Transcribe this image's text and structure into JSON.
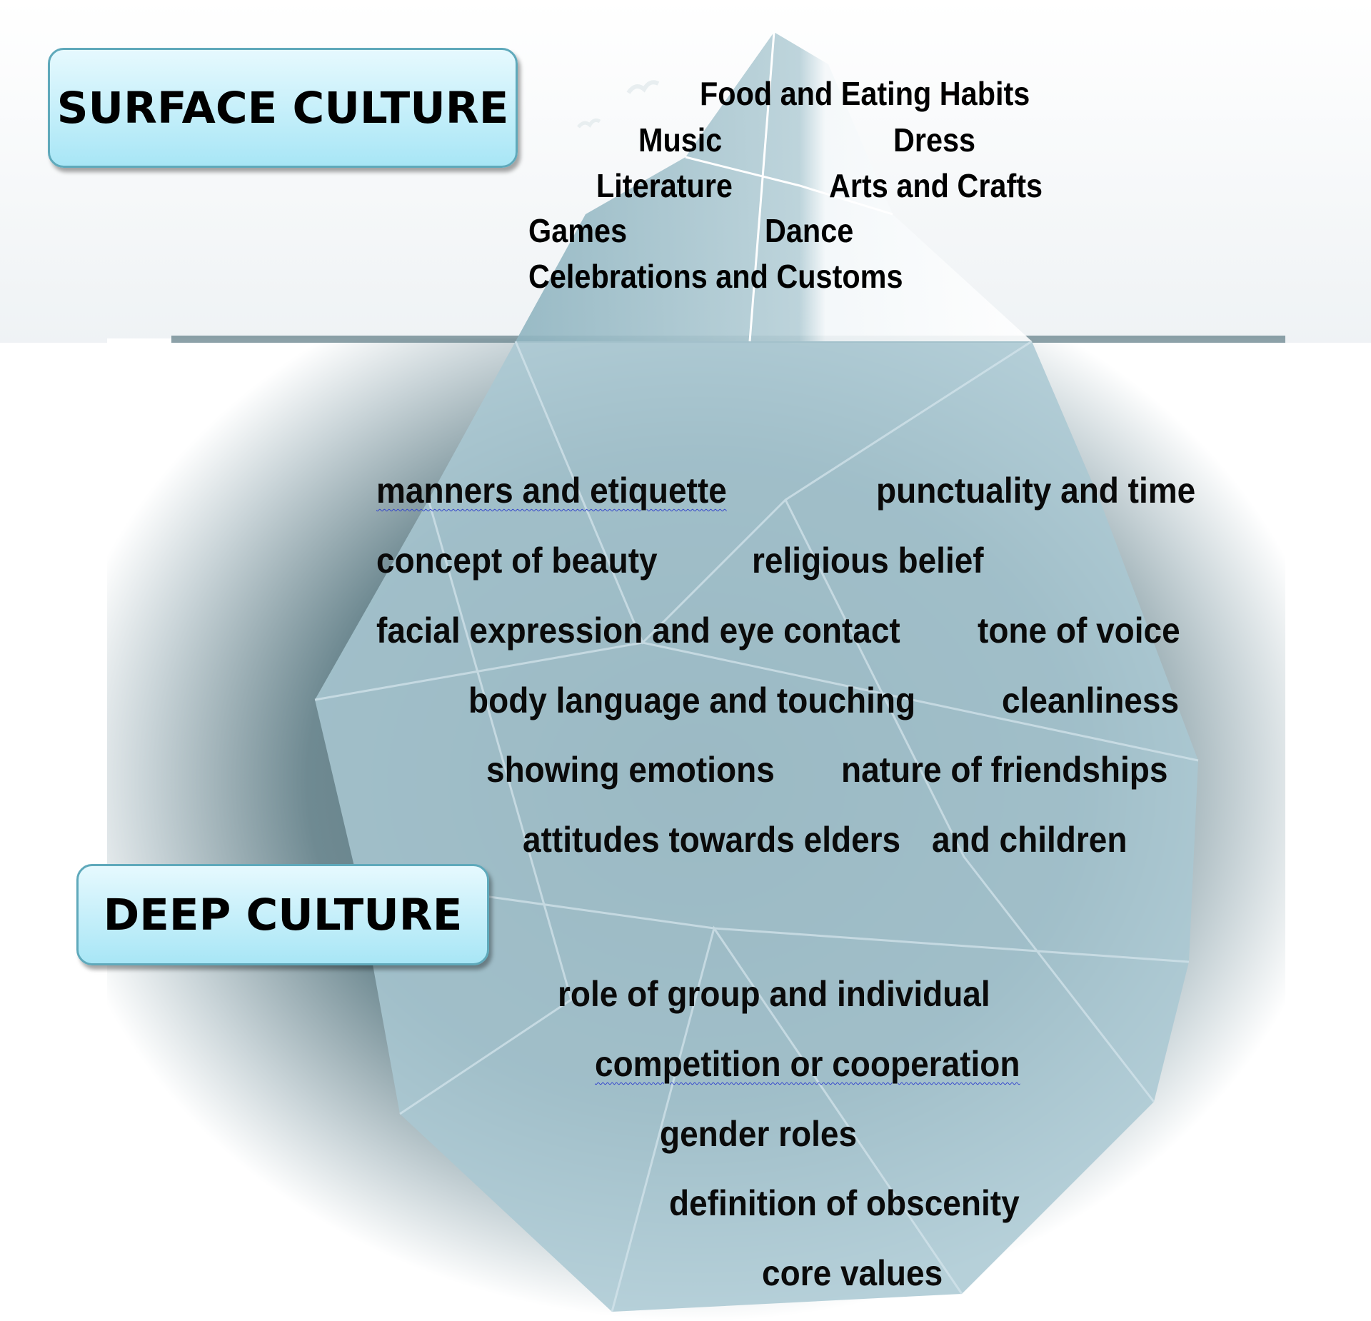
{
  "diagram": {
    "surface": {
      "label": "SURFACE CULTURE",
      "items": [
        "Food and Eating Habits",
        "Music",
        "Dress",
        "Literature",
        "Arts and Crafts",
        "Games",
        "Dance",
        "Celebrations and Customs"
      ]
    },
    "deep": {
      "label": "DEEP CULTURE",
      "items": [
        "manners  and etiquette",
        "punctuality and time",
        "concept of beauty",
        "religious belief",
        "facial expression and eye contact",
        "tone of voice",
        "body language and touching",
        "cleanliness",
        "showing emotions",
        "nature of friendships",
        "attitudes towards elders",
        "and children",
        "role of group and individual",
        "competition  or cooperation",
        "gender roles",
        "definition of obscenity",
        "core values"
      ]
    },
    "colors": {
      "label_box": "#b8ecf8",
      "water": "#5d7880",
      "ice": "#a9c8d2"
    }
  }
}
